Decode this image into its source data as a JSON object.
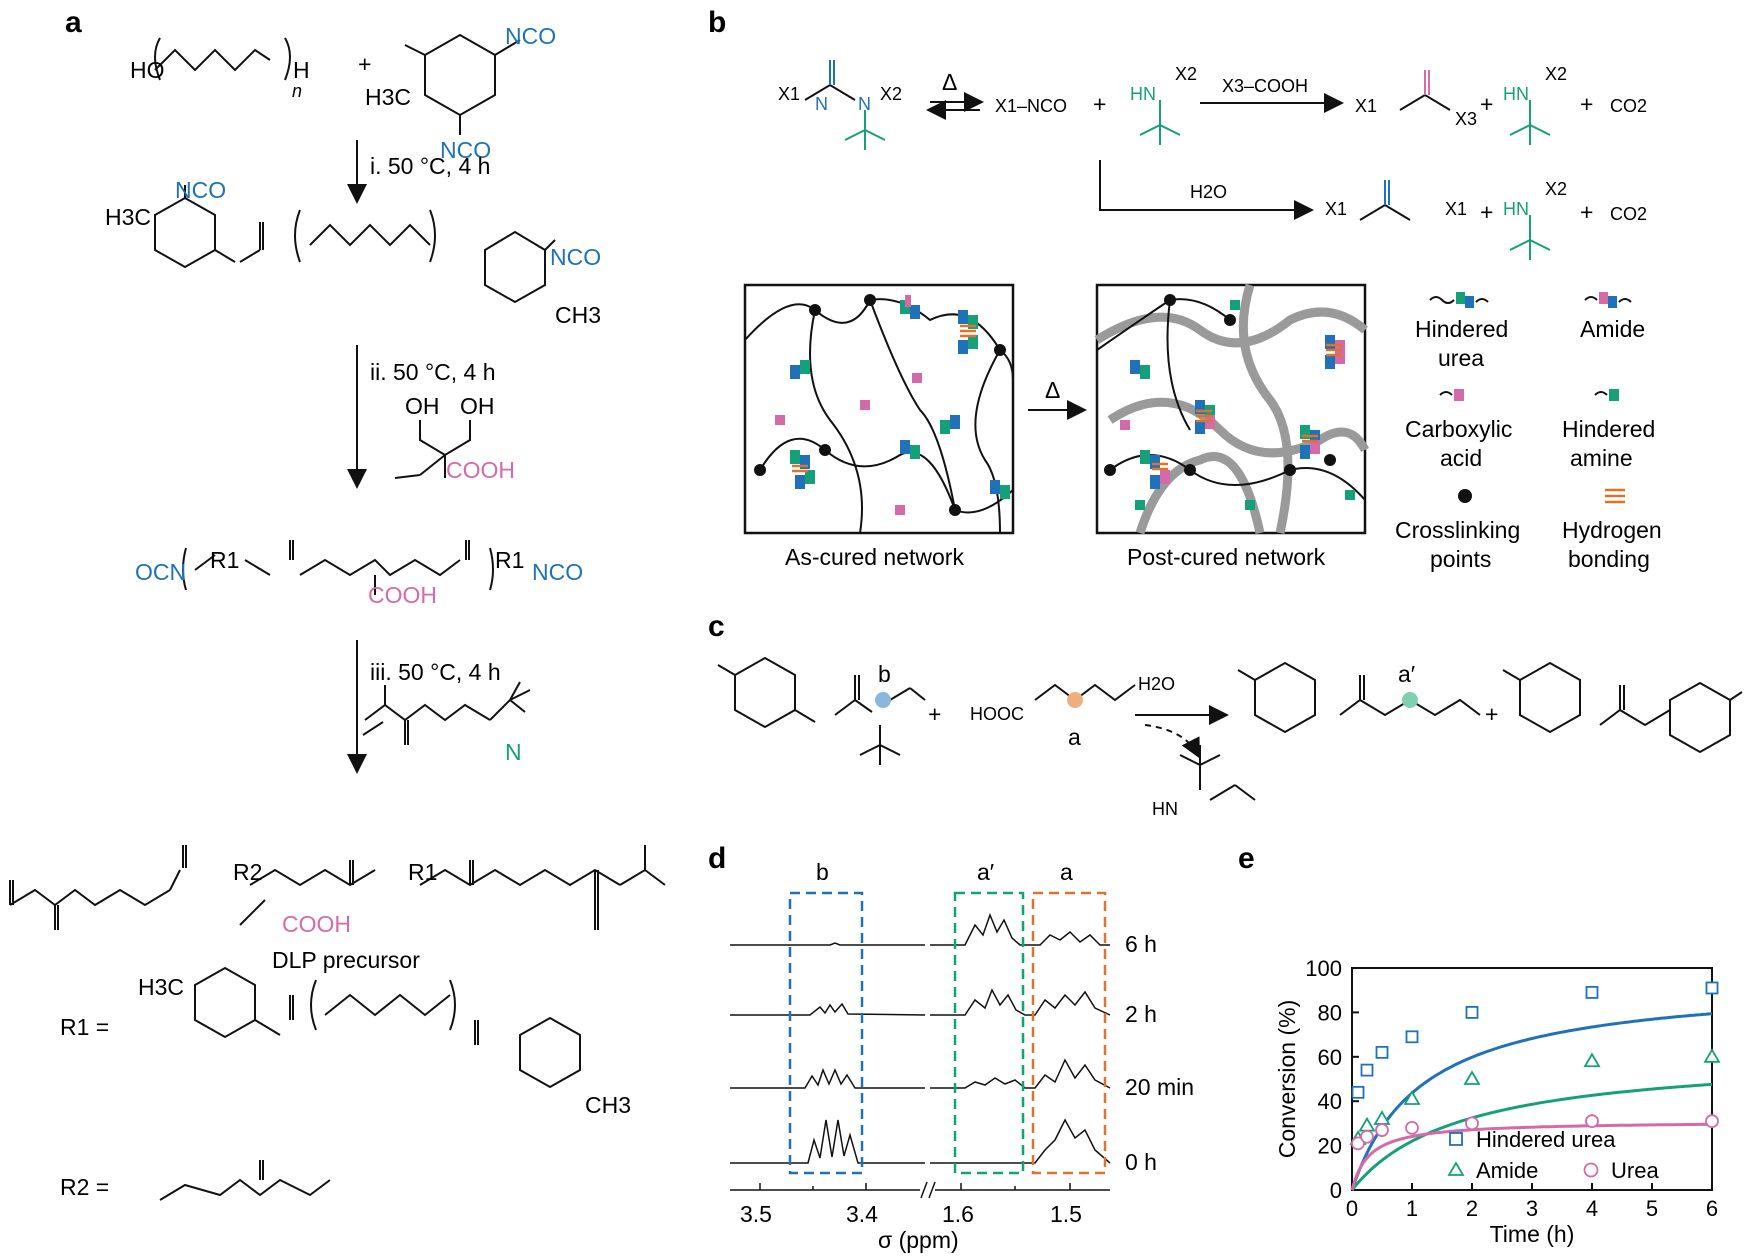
{
  "panels": {
    "a": "a",
    "b": "b",
    "c": "c",
    "d": "d",
    "e": "e"
  },
  "a": {
    "polyol": "HO",
    "polyol_end": "H",
    "n": "n",
    "plus": "+",
    "nco": "NCO",
    "h3c": "H3C",
    "step1": "i. 50 °C, 4 h",
    "step2": "ii. 50 °C, 4 h",
    "step3": "iii. 50 °C, 4 h",
    "oh": "OH",
    "cooh": "COOH",
    "ocn": "OCN",
    "r1": "R1",
    "r2": "R2",
    "sub2": "2",
    "h": "H",
    "n_atom": "N",
    "o": "O",
    "ch3": "CH3",
    "precursor": "DLP precursor",
    "r1_eq": "R1 =",
    "r2_eq": "R2 ="
  },
  "b": {
    "x1": "X1",
    "x2": "X2",
    "x3": "X3",
    "delta": "Δ",
    "x1nco": "X1–NCO",
    "plus": "+",
    "hn": "HN",
    "x3cooh": "X3–COOH",
    "h2o": "H2O",
    "co2": "CO2",
    "as_cured": "As-cured network",
    "post_cured": "Post-cured network",
    "legend": [
      {
        "label": "Hindered urea",
        "icon": "hindered-urea-icon"
      },
      {
        "label": "Amide",
        "icon": "amide-icon"
      },
      {
        "label": "Carboxylic acid",
        "icon": "carboxylic-acid-icon"
      },
      {
        "label": "Hindered amine",
        "icon": "hindered-amine-icon"
      },
      {
        "label": "Crosslinking points",
        "icon": "crosslink-dot-icon"
      },
      {
        "label": "Hydrogen bonding",
        "icon": "hydrogen-bond-icon"
      }
    ]
  },
  "c": {
    "b_label": "b",
    "a_label": "a",
    "a_prime": "a′",
    "hooc": "HOOC",
    "h2o": "H2O",
    "hn": "HN",
    "plus": "+"
  },
  "d": {
    "box_labels": [
      "b",
      "a′",
      "a"
    ],
    "times": [
      "6 h",
      "2 h",
      "20 min",
      "0 h"
    ],
    "x_ticks_left": [
      "3.5",
      "3.4"
    ],
    "x_ticks_right": [
      "1.6",
      "1.5"
    ],
    "xlabel": "σ (ppm)"
  },
  "colors": {
    "blue": "#1f72b8",
    "green": "#16a07a",
    "pink": "#d56aa8",
    "orange": "#e0732a",
    "gray": "#9a9a9a"
  },
  "chart_data": {
    "type": "scatter",
    "xlabel": "Time (h)",
    "ylabel": "Conversion (%)",
    "xlim": [
      0,
      6
    ],
    "ylim": [
      0,
      100
    ],
    "x_ticks": [
      0,
      1,
      2,
      3,
      4,
      5,
      6
    ],
    "y_ticks": [
      0,
      20,
      40,
      60,
      80,
      100
    ],
    "legend_position": "bottom-right",
    "series": [
      {
        "name": "Hindered urea",
        "marker": "square",
        "color": "#1f72b8",
        "x": [
          0.1,
          0.25,
          0.5,
          1,
          2,
          4,
          6
        ],
        "y": [
          44,
          54,
          62,
          69,
          80,
          89,
          91
        ],
        "fit": {
          "plateau": 95,
          "k": 0.85
        }
      },
      {
        "name": "Amide",
        "marker": "triangle",
        "color": "#16a07a",
        "x": [
          0.1,
          0.25,
          0.5,
          1,
          2,
          4,
          6
        ],
        "y": [
          23,
          29,
          32,
          41,
          50,
          58,
          60
        ],
        "fit": {
          "plateau": 62,
          "k": 0.55
        }
      },
      {
        "name": "Urea",
        "marker": "circle",
        "color": "#d56aa8",
        "x": [
          0.1,
          0.25,
          0.5,
          1,
          2,
          4,
          6
        ],
        "y": [
          21,
          24,
          27,
          28,
          30,
          31,
          31
        ],
        "fit": {
          "plateau": 31,
          "k": 3.5
        }
      }
    ]
  }
}
